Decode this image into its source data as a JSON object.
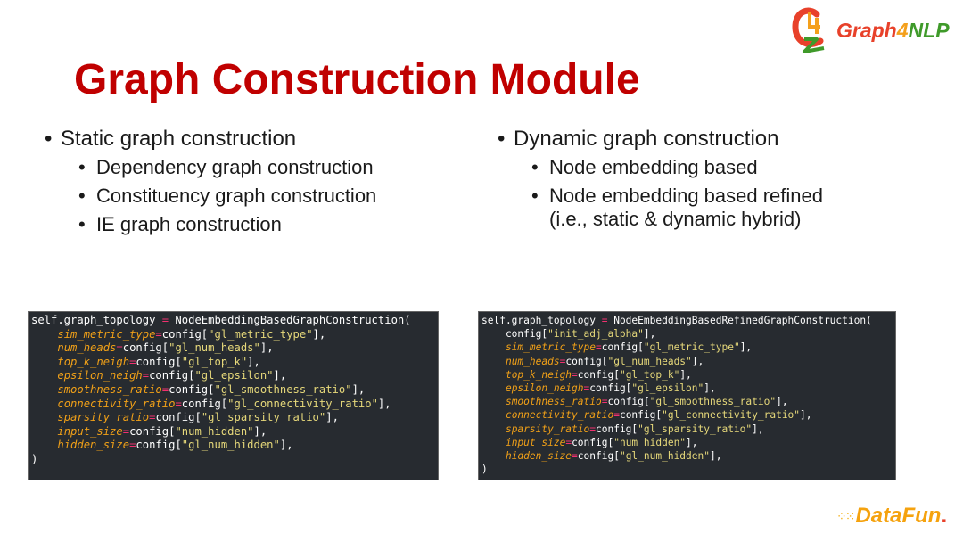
{
  "slide": {
    "title": "Graph Construction Module",
    "logo": {
      "part1": "Graph",
      "part2": "4",
      "part3": "NLP"
    },
    "footer_logo": {
      "text": "DataFun",
      "period": "."
    }
  },
  "left_column": {
    "heading": "Static graph construction",
    "items": [
      "Dependency graph construction",
      "Constituency graph construction",
      "IE graph construction"
    ]
  },
  "right_column": {
    "heading": "Dynamic graph construction",
    "items": [
      "Node embedding based",
      "Node embedding based refined",
      "(i.e., static & dynamic hybrid)"
    ]
  },
  "code_left": {
    "first_line_pre": "self.graph_topology ",
    "first_line_op": "=",
    "first_line_post": " NodeEmbeddingBasedGraphConstruction(",
    "lines": [
      {
        "kw": "sim_metric_type",
        "key": "\"gl_metric_type\""
      },
      {
        "kw": "num_heads",
        "key": "\"gl_num_heads\""
      },
      {
        "kw": "top_k_neigh",
        "key": "\"gl_top_k\""
      },
      {
        "kw": "epsilon_neigh",
        "key": "\"gl_epsilon\""
      },
      {
        "kw": "smoothness_ratio",
        "key": "\"gl_smoothness_ratio\""
      },
      {
        "kw": "connectivity_ratio",
        "key": "\"gl_connectivity_ratio\""
      },
      {
        "kw": "sparsity_ratio",
        "key": "\"gl_sparsity_ratio\""
      },
      {
        "kw": "input_size",
        "key": "\"num_hidden\""
      },
      {
        "kw": "hidden_size",
        "key": "\"gl_num_hidden\""
      }
    ],
    "closing": ")"
  },
  "code_right": {
    "first_line_pre": "self.graph_topology ",
    "first_line_op": "=",
    "first_line_post": " NodeEmbeddingBasedRefinedGraphConstruction(",
    "positional_key": "\"init_adj_alpha\"",
    "lines": [
      {
        "kw": "sim_metric_type",
        "key": "\"gl_metric_type\""
      },
      {
        "kw": "num_heads",
        "key": "\"gl_num_heads\""
      },
      {
        "kw": "top_k_neigh",
        "key": "\"gl_top_k\""
      },
      {
        "kw": "epsilon_neigh",
        "key": "\"gl_epsilon\""
      },
      {
        "kw": "smoothness_ratio",
        "key": "\"gl_smoothness_ratio\""
      },
      {
        "kw": "connectivity_ratio",
        "key": "\"gl_connectivity_ratio\""
      },
      {
        "kw": "sparsity_ratio",
        "key": "\"gl_sparsity_ratio\""
      },
      {
        "kw": "input_size",
        "key": "\"num_hidden\""
      },
      {
        "kw": "hidden_size",
        "key": "\"gl_num_hidden\""
      }
    ],
    "closing": ")"
  },
  "colors": {
    "title": "#c00000",
    "code_bg": "#272b30",
    "keyword": "#f0a018",
    "operator": "#f0306f",
    "string": "#e6d87a"
  }
}
